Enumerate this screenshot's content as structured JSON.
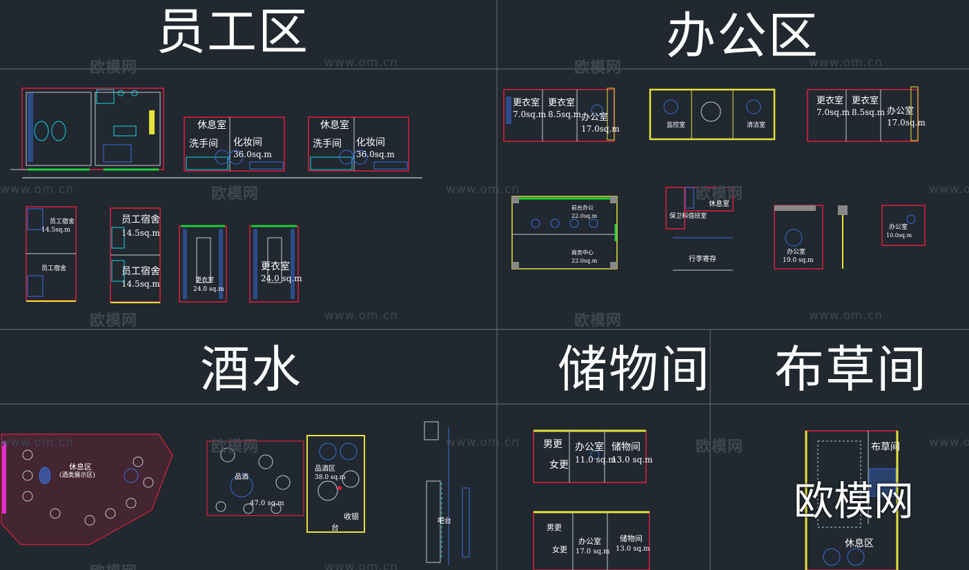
{
  "titles": {
    "staff": "员工区",
    "office": "办公区",
    "wine": "酒水",
    "storage": "储物间",
    "linen": "布草间"
  },
  "watermark": {
    "brand": "欧模网",
    "url": "www.om.cn"
  },
  "colors": {
    "background": "#212830",
    "grid_line": "#5b6470",
    "wall": "#c8cdd3",
    "red_line": "#e0203a",
    "cyan": "#18d7e8",
    "blue": "#3b6fe0",
    "yellow": "#e6e23a",
    "green": "#1fd03a",
    "magenta": "#e030d0"
  },
  "labels": {
    "staff_rest1": "休息室",
    "staff_wash1": "洗手间",
    "staff_makeup1": "化妆间",
    "staff_area1": "36.0sq.m",
    "staff_rest2": "休息室",
    "staff_wash2": "洗手间",
    "staff_makeup2": "化妆间",
    "staff_area2": "36.0sq.m",
    "dorm_a": "员工宿舍",
    "dorm_b": "员工宿舍",
    "dorm_area": "14.5sq.m",
    "dorm_b1": "员工宿舍",
    "dorm_b1_area": "14.5sq.m",
    "dorm_b2": "员工宿舍",
    "dorm_b2_area": "14.5sq.m",
    "locker_small": "更衣室",
    "locker_small_area": "24.0 sq.m",
    "locker_big": "更衣室",
    "locker_big_area": "24.0 sq.m",
    "off_lock1": "更衣室",
    "off_lock1_area": "7.0sq.m",
    "off_lock2": "更衣室",
    "off_lock2_area": "8.5sq.m",
    "off_office": "办公室",
    "off_office_area": "17.0sq.m",
    "off_lock3": "更衣室",
    "off_lock3_area": "7.0sq.m",
    "off_lock4": "更衣室",
    "off_lock4_area": "8.5sq.m",
    "off_office2": "办公室",
    "off_office2_area": "17.0sq.m",
    "off_monitor": "监控室",
    "off_clean": "清洁室",
    "off_front": "前台办公",
    "off_front_area": "22.0sq.m",
    "off_biz": "商务中心",
    "off_biz_area": "22.0sq.m",
    "off_rest": "休息室",
    "off_security": "保卫科值班室",
    "off_luggage": "行李寄存",
    "off_office3": "办公室",
    "off_office3_area": "19.0 sq.m",
    "off_office4": "办公室",
    "off_office4_area": "10.0sq.m",
    "wine_rest": "休息区",
    "wine_rest_sub": "(酒类展示区)",
    "wine_taste": "品酒",
    "wine_taste_area": "47.0 sq.m",
    "wine_zone": "品酒区",
    "wine_zone_area": "38.0 sq.m",
    "wine_cash": "收银",
    "wine_counter": "台",
    "wine_bar": "吧台",
    "st_male": "男更",
    "st_female": "女更",
    "st_office": "办公室",
    "st_office_area": "11.0 sq.m",
    "st_store": "储物间",
    "st_store_area": "13.0 sq.m",
    "st_male2": "男更",
    "st_female2": "女更",
    "st_office2": "办公室",
    "st_office2_area": "17.0 sq.m",
    "st_store2": "储物间",
    "st_store2_area": "13.0 sq.m",
    "linen_room": "布草间",
    "linen_rest": "休息区"
  }
}
